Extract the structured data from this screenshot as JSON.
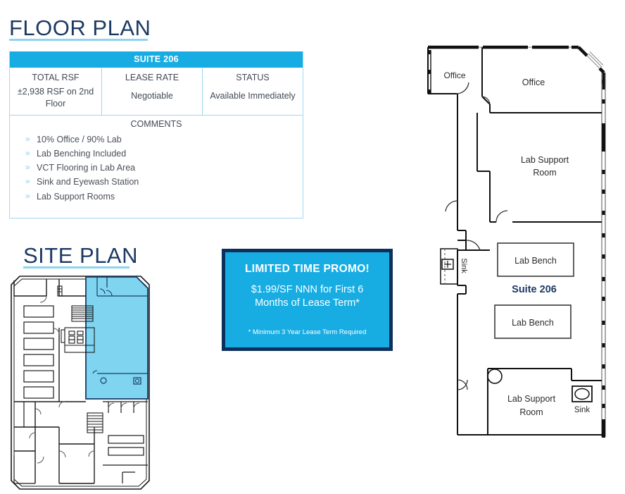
{
  "floor_plan": {
    "title": "FLOOR PLAN",
    "table": {
      "header": "SUITE 206",
      "columns": [
        {
          "head": "TOTAL RSF",
          "value": "±2,938 RSF on 2nd Floor"
        },
        {
          "head": "LEASE RATE",
          "value": "Negotiable"
        },
        {
          "head": "STATUS",
          "value": "Available Immediately"
        }
      ],
      "comments_header": "COMMENTS",
      "bullet_glyph": "»",
      "comments": [
        "10% Office / 90% Lab",
        "Lab Benching Included",
        "VCT Flooring in Lab Area",
        "Sink and Eyewash Station",
        "Lab Support Rooms"
      ]
    },
    "drawing_labels": {
      "office_small": "Office",
      "office_large": "Office",
      "lab_support_upper_line1": "Lab  Support",
      "lab_support_upper_line2": "Room",
      "lab_bench_upper": "Lab Bench",
      "lab_bench_lower": "Lab Bench",
      "suite": "Suite 206",
      "lab_support_lower_line1": "Lab  Support",
      "lab_support_lower_line2": "Room",
      "sink_left": "Sink",
      "sink_right": "Sink"
    }
  },
  "site_plan": {
    "title": "SITE PLAN",
    "highlight_color": "#7fd4f0",
    "outline_color": "#1b3a63"
  },
  "promo": {
    "title": "LIMITED TIME PROMO!",
    "line1": "$1.99/SF NNN for First 6",
    "line2": "Months of Lease Term*",
    "note": "* Minimum 3 Year Lease Term Required",
    "fill_color": "#17ade3",
    "border_color": "#0d2f5c"
  },
  "theme": {
    "title_color": "#1b3a63",
    "accent_blue": "#17ade3",
    "underline_blue": "#8fd4ef"
  }
}
